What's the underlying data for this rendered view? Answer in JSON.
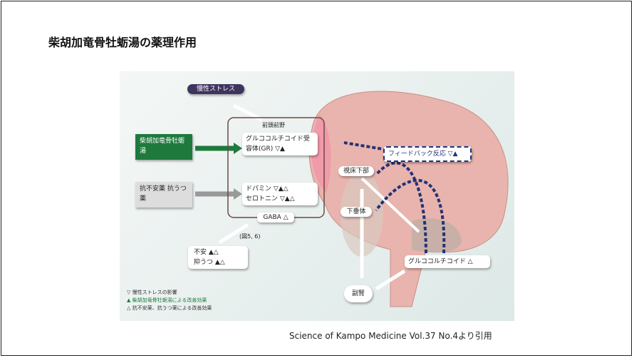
{
  "title": "柴胡加竜骨牡蛎湯の薬理作用",
  "citation": "Science of Kampo Medicine Vol.37 No.4より引用",
  "diagram": {
    "stress": "慢性ストレス",
    "herb": "柴胡加竜骨牡蛎湯",
    "drugs": "抗不安薬 抗うつ薬",
    "pfc": "前頭前野",
    "gr": "グルココルチコイド受容体(GR) ▽▲",
    "dopamine": "ドパミン ▽▲△",
    "serotonin": "セロトニン ▽▲△",
    "gaba": "GABA △",
    "ref": "(図5, 6)",
    "anxiety": "不安 ▲△",
    "depression": "抑うつ ▲△",
    "feedback": "フィードバック反応 ▽▲",
    "hypothalamus": "視床下部",
    "pituitary": "下垂体",
    "adrenal": "副腎",
    "glucocorticoid": "グルココルチコイド △",
    "legend": [
      "▽ 慢性ストレスの影響",
      "▲ 柴胡加竜骨牡蛎湯による改善効果",
      "△ 抗不安薬、抗うつ薬による改善効果"
    ]
  }
}
